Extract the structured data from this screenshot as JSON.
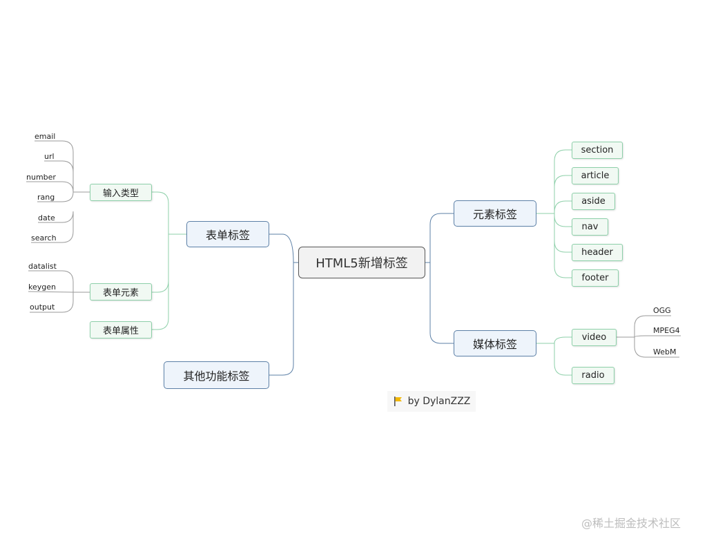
{
  "root": "HTML5新增标签",
  "branches": {
    "form": {
      "label": "表单标签",
      "input_types": {
        "label": "输入类型",
        "items": [
          "email",
          "url",
          "number",
          "rang",
          "date",
          "search"
        ]
      },
      "form_elements": {
        "label": "表单元素",
        "items": [
          "datalist",
          "keygen",
          "output"
        ]
      },
      "form_attributes": {
        "label": "表单属性"
      }
    },
    "other": {
      "label": "其他功能标签"
    },
    "element": {
      "label": "元素标签",
      "items": [
        "section",
        "article",
        "aside",
        "nav",
        "header",
        "footer"
      ]
    },
    "media": {
      "label": "媒体标签",
      "video": {
        "label": "video",
        "items": [
          "OGG",
          "MPEG4",
          "WebM"
        ]
      },
      "radio": {
        "label": "radio"
      }
    }
  },
  "credit": "by DylanZZZ",
  "watermark": "@稀土掘金技术社区",
  "colors": {
    "main_border": "#5b7fa6",
    "main_fill": "#eef4fb",
    "sub_border": "#8ccfa8",
    "sub_fill": "#f1f9f3",
    "root_fill": "#f2f2f2",
    "flag": "#f2b705"
  }
}
